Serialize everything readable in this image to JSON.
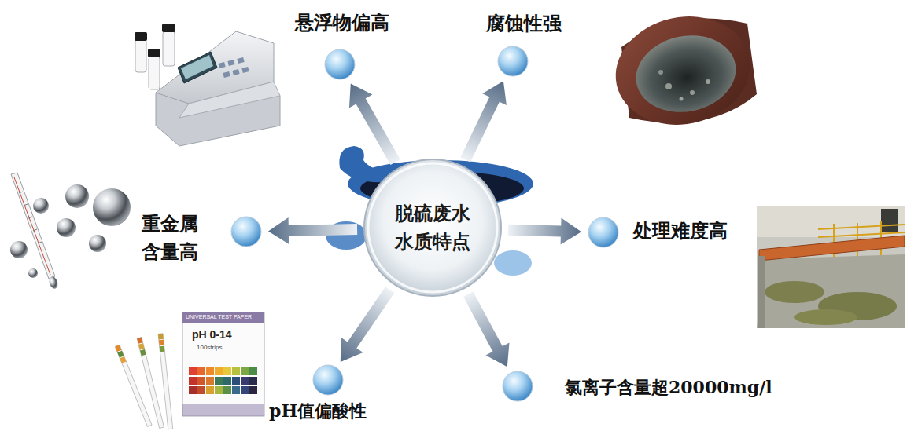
{
  "diagram": {
    "nodes": [
      {
        "text": [
          "脱硫废水 水质特点"
        ]
      },
      {
        "text": [
          "悬浮物偏高"
        ]
      },
      {
        "text": [
          "腐蚀性强"
        ]
      },
      {
        "text": [
          "重金属 含量高"
        ]
      },
      {
        "text": [
          "处理难度高"
        ]
      },
      {
        "text": [
          "pH值偏酸性"
        ]
      },
      {
        "text": [
          "氯离子含量超20000mg/l"
        ]
      }
    ],
    "edges": [
      {
        "from": 0,
        "to": 1,
        "arrow": "to"
      },
      {
        "from": 0,
        "to": 2,
        "arrow": "to"
      },
      {
        "from": 0,
        "to": 3,
        "arrow": "to"
      },
      {
        "from": 0,
        "to": 4,
        "arrow": "to"
      },
      {
        "from": 0,
        "to": 5,
        "arrow": "to"
      },
      {
        "from": 0,
        "to": 6,
        "arrow": "to"
      }
    ],
    "labels": [
      "UNIVERSAL TEST PAPER",
      "pH 0-14",
      "100strips"
    ]
  }
}
